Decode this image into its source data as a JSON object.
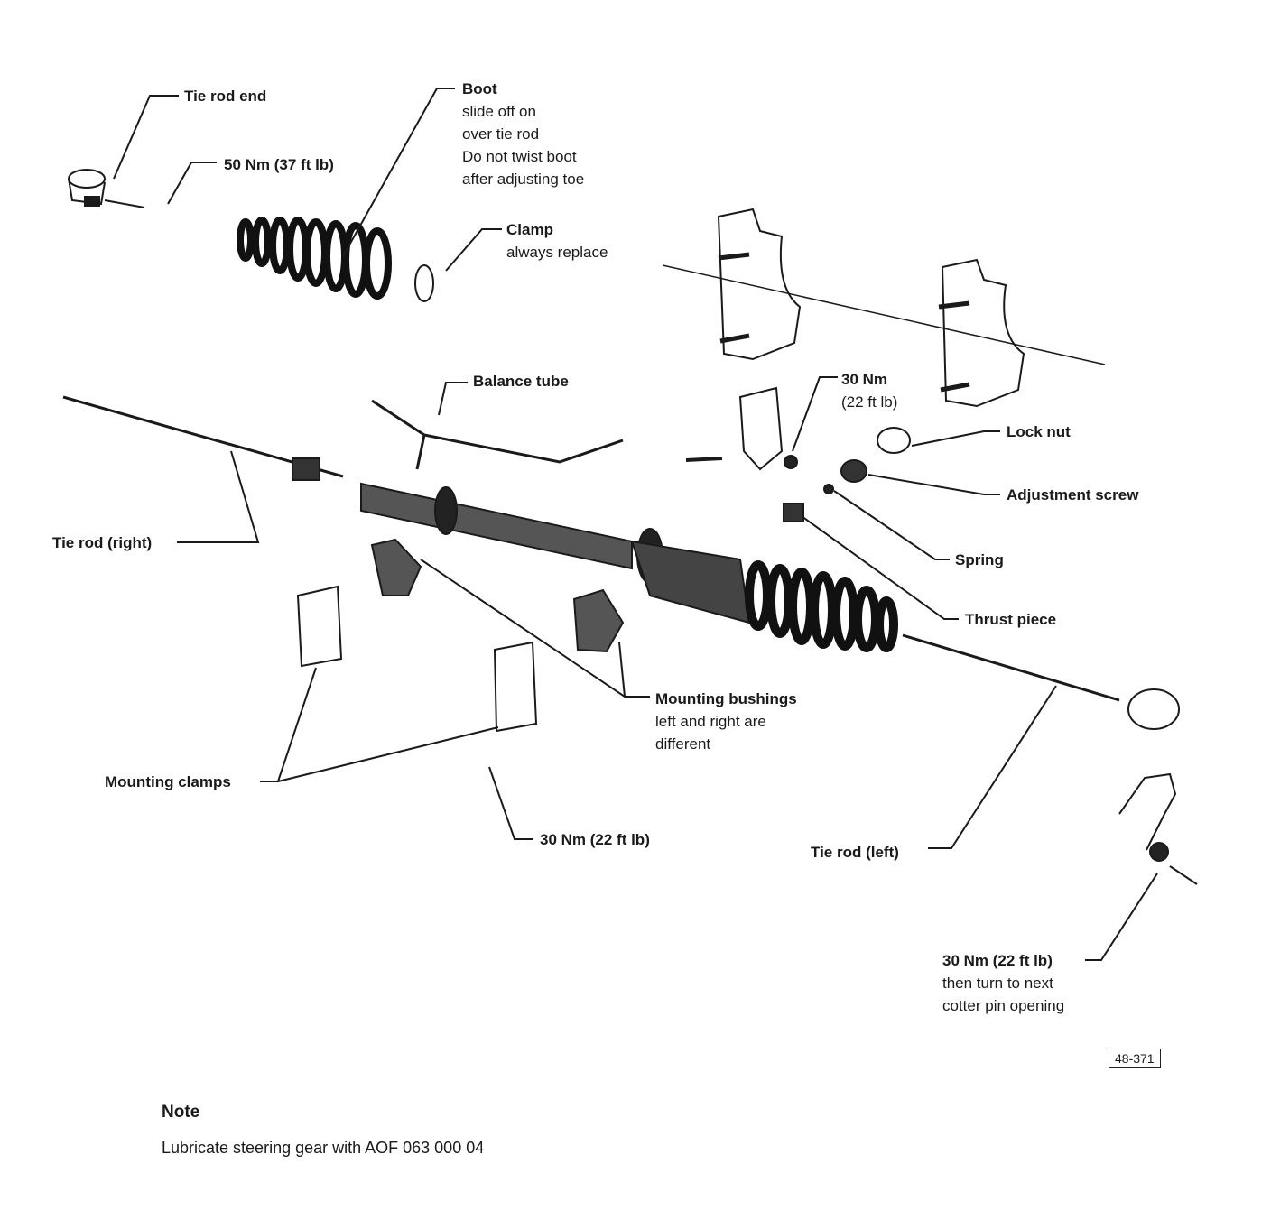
{
  "labels": {
    "tie_rod_end": {
      "title": "Tie rod end"
    },
    "torque_50": {
      "title": "50 Nm (37 ft lb)"
    },
    "boot": {
      "title": "Boot",
      "lines": [
        "slide off on",
        "over tie rod",
        "Do not twist boot",
        "after adjusting toe"
      ]
    },
    "clamp": {
      "title": "Clamp",
      "lines": [
        "always replace"
      ]
    },
    "balance_tube": {
      "title": "Balance tube"
    },
    "torque_30_top": {
      "title": "30 Nm",
      "lines": [
        "(22 ft lb)"
      ]
    },
    "lock_nut": {
      "title": "Lock nut"
    },
    "adjustment_screw": {
      "title": "Adjustment screw"
    },
    "spring": {
      "title": "Spring"
    },
    "thrust_piece": {
      "title": "Thrust piece"
    },
    "tie_rod_right": {
      "title": "Tie rod (right)"
    },
    "mounting_bushings": {
      "title": "Mounting bushings",
      "lines": [
        "left and right are",
        "different"
      ]
    },
    "mounting_clamps": {
      "title": "Mounting clamps"
    },
    "torque_30_bottom": {
      "title": "30 Nm (22 ft lb)"
    },
    "tie_rod_left": {
      "title": "Tie rod (left)"
    },
    "torque_30_right": {
      "title": "30 Nm (22 ft lb)",
      "lines": [
        "then turn to next",
        "cotter pin opening"
      ]
    }
  },
  "reference_code": "48-371",
  "note": {
    "title": "Note",
    "text": "Lubricate steering gear with AOF 063 000 04"
  }
}
